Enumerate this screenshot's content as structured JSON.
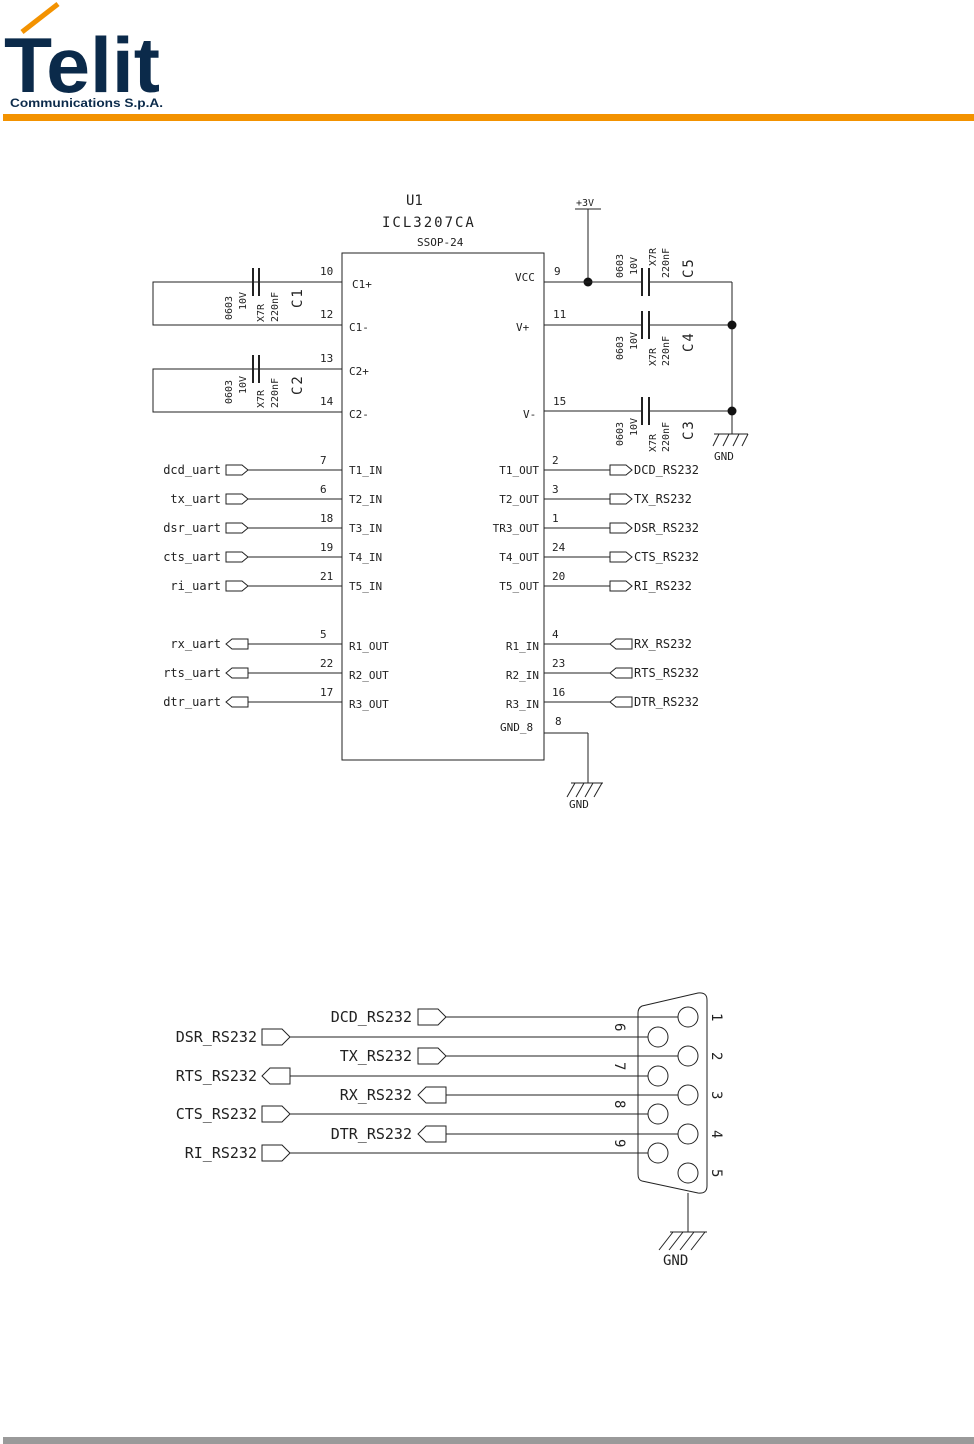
{
  "header": {
    "logo_word": "Telit",
    "logo_sub": "Communications S.p.A.",
    "brand_colors": {
      "logo": "#0b2a4a",
      "accent": "#f39200",
      "footer_bar": "#9a9a9a"
    }
  },
  "schematic": {
    "chip": {
      "ref": "U1",
      "part": "ICL3207CA",
      "package": "SSOP-24"
    },
    "power_label": "+3V",
    "gnd_label": "GND",
    "chip_pins": {
      "c1p": {
        "num": "10",
        "name": "C1+"
      },
      "c1m": {
        "num": "12",
        "name": "C1-"
      },
      "c2p": {
        "num": "13",
        "name": "C2+"
      },
      "c2m": {
        "num": "14",
        "name": "C2-"
      },
      "vcc": {
        "num": "9",
        "name": "VCC"
      },
      "vp": {
        "num": "11",
        "name": "V+"
      },
      "vm": {
        "num": "15",
        "name": "V-"
      },
      "gnd": {
        "num": "8",
        "name": "GND_8"
      }
    },
    "capacitors": {
      "c1": {
        "ref": "C1",
        "pkg": "0603",
        "volt": "10V",
        "diel": "X7R",
        "val": "220nF"
      },
      "c2": {
        "ref": "C2",
        "pkg": "0603",
        "volt": "10V",
        "diel": "X7R",
        "val": "220nF"
      },
      "c3": {
        "ref": "C3",
        "pkg": "0603",
        "volt": "10V",
        "diel": "X7R",
        "val": "220nF"
      },
      "c4": {
        "ref": "C4",
        "pkg": "0603",
        "volt": "10V",
        "diel": "X7R",
        "val": "220nF"
      },
      "c5": {
        "ref": "C5",
        "pkg": "0603",
        "volt": "10V",
        "diel": "X7R",
        "val": "220nF"
      }
    },
    "drivers": [
      {
        "net_in": "dcd_uart",
        "pin_in": "7",
        "name_in": "T1_IN",
        "name_out": "T1_OUT",
        "pin_out": "2",
        "net_out": "DCD_RS232"
      },
      {
        "net_in": "tx_uart",
        "pin_in": "6",
        "name_in": "T2_IN",
        "name_out": "T2_OUT",
        "pin_out": "3",
        "net_out": "TX_RS232"
      },
      {
        "net_in": "dsr_uart",
        "pin_in": "18",
        "name_in": "T3_IN",
        "name_out": "TR3_OUT",
        "pin_out": "1",
        "net_out": "DSR_RS232"
      },
      {
        "net_in": "cts_uart",
        "pin_in": "19",
        "name_in": "T4_IN",
        "name_out": "T4_OUT",
        "pin_out": "24",
        "net_out": "CTS_RS232"
      },
      {
        "net_in": "ri_uart",
        "pin_in": "21",
        "name_in": "T5_IN",
        "name_out": "T5_OUT",
        "pin_out": "20",
        "net_out": "RI_RS232"
      }
    ],
    "receivers": [
      {
        "net_in": "rx_uart",
        "pin_in": "5",
        "name_in": "R1_OUT",
        "name_out": "R1_IN",
        "pin_out": "4",
        "net_out": "RX_RS232"
      },
      {
        "net_in": "rts_uart",
        "pin_in": "22",
        "name_in": "R2_OUT",
        "name_out": "R2_IN",
        "pin_out": "23",
        "net_out": "RTS_RS232"
      },
      {
        "net_in": "dtr_uart",
        "pin_in": "17",
        "name_in": "R3_OUT",
        "name_out": "R3_IN",
        "pin_out": "16",
        "net_out": "DTR_RS232"
      }
    ]
  },
  "connector": {
    "gnd_label": "GND",
    "row1_pins": [
      "1",
      "2",
      "3",
      "4",
      "5"
    ],
    "row2_pins": [
      "6",
      "7",
      "8",
      "9"
    ],
    "left_nets": [
      "DSR_RS232",
      "RTS_RS232",
      "CTS_RS232",
      "RI_RS232"
    ],
    "right_nets": [
      "DCD_RS232",
      "TX_RS232",
      "RX_RS232",
      "DTR_RS232"
    ]
  }
}
